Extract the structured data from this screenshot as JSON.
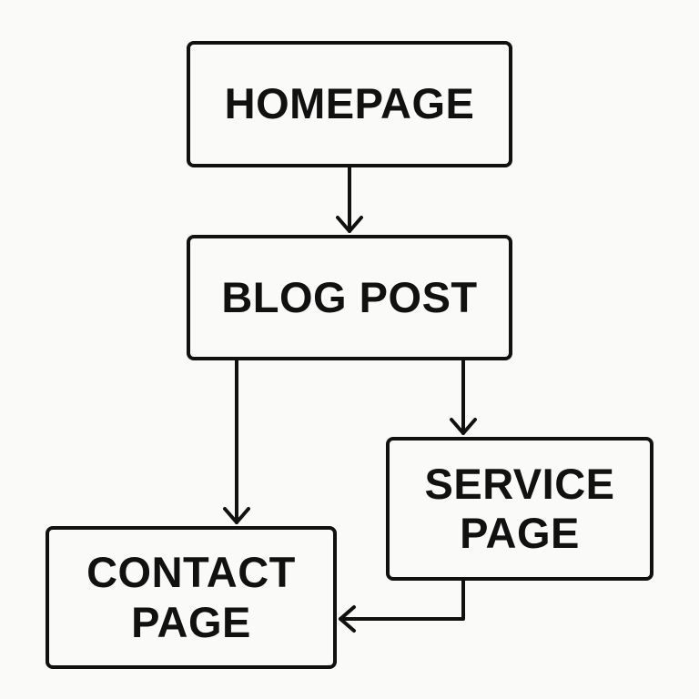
{
  "nodes": {
    "homepage": {
      "lines": [
        "HOMEPAGE"
      ]
    },
    "blog_post": {
      "lines": [
        "BLOG POST"
      ]
    },
    "service_page": {
      "lines": [
        "SERVICE",
        "PAGE"
      ]
    },
    "contact_page": {
      "lines": [
        "CONTACT",
        "PAGE"
      ]
    }
  },
  "edges": [
    {
      "from": "HOMEPAGE",
      "to": "BLOG POST"
    },
    {
      "from": "BLOG POST",
      "to": "CONTACT PAGE"
    },
    {
      "from": "BLOG POST",
      "to": "SERVICE PAGE"
    },
    {
      "from": "SERVICE PAGE",
      "to": "CONTACT PAGE"
    }
  ],
  "colors": {
    "stroke": "#111111",
    "background": "#fafaf8"
  }
}
